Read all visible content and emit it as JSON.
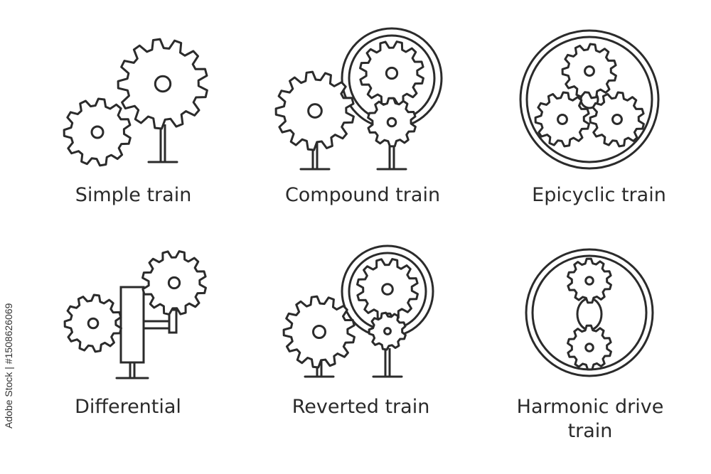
{
  "colors": {
    "ink": "#2b2b2b",
    "background": "#ffffff"
  },
  "icons": [
    {
      "id": "simple",
      "label": "Simple train"
    },
    {
      "id": "compound",
      "label": "Compound train"
    },
    {
      "id": "epicyclic",
      "label": "Epicyclic train"
    },
    {
      "id": "differential",
      "label": "Differential"
    },
    {
      "id": "reverted",
      "label": "Reverted train"
    },
    {
      "id": "harmonic",
      "label_line1": "Harmonic drive",
      "label_line2": "train"
    }
  ],
  "watermark": "Adobe Stock | #1508626069"
}
